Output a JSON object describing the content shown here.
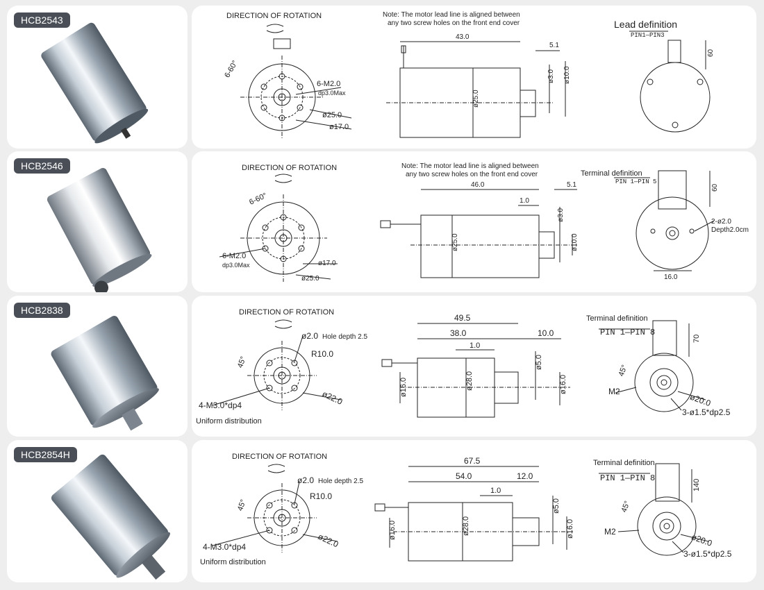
{
  "colors": {
    "card": "#ffffff",
    "background": "#eeeeee",
    "badge": "#4a4f57",
    "line": "#222222"
  },
  "motors": [
    {
      "model": "HCB2543",
      "rotation_label": "DIRECTION OF ROTATION",
      "front": {
        "holes": "6-M2.0",
        "hole_depth": "dp3.0Max",
        "angle": "6-60°",
        "outer_dia": "ø25.0",
        "inner_dia": "ø17.0"
      },
      "side": {
        "note_line1": "Note: The motor lead line is aligned between",
        "note_line2": "any two screw holes on the front end cover",
        "length": "43.0",
        "shaft_len": "5.1",
        "body_dia": "ø25.0",
        "shaft_dia": "ø3.0",
        "boss_dia": "ø10.0"
      },
      "rear": {
        "title": "Lead definition",
        "pins": "PIN1—PIN3",
        "lead_len": "60"
      }
    },
    {
      "model": "HCB2546",
      "rotation_label": "DIRECTION OF ROTATION",
      "front": {
        "holes": "6-M2.0",
        "hole_depth": "dp3.0Max",
        "angle": "6-60°",
        "outer_dia": "ø25.0",
        "inner_dia": "ø17.0"
      },
      "side": {
        "note_line1": "Note: The motor lead line is aligned between",
        "note_line2": "any two screw holes on the front end cover",
        "length": "46.0",
        "shaft_len": "5.1",
        "step": "1.0",
        "body_dia": "ø25.0",
        "shaft_dia": "ø3.0",
        "boss_dia": "ø10.0"
      },
      "rear": {
        "title": "Terminal definition",
        "pins": "PIN 1—PIN 5",
        "lead_len": "60",
        "holes": "2-ø2.0",
        "hole_depth": "Depth2.0cm",
        "width": "16.0"
      }
    },
    {
      "model": "HCB2838",
      "rotation_label": "DIRECTION OF ROTATION",
      "front": {
        "hole": "ø2.0",
        "hole_depth": "Hole depth 2.5",
        "radius": "R10.0",
        "angle": "45°",
        "outer_dia": "ø22.0",
        "screws": "4-M3.0*dp4",
        "distribution": "Uniform distribution"
      },
      "side": {
        "length": "49.5",
        "body_len": "38.0",
        "shaft_len": "10.0",
        "step": "1.0",
        "body_dia": "ø28.0",
        "left_dia": "ø16.0",
        "shaft_dia": "ø5.0",
        "boss_dia": "ø16.0"
      },
      "rear": {
        "title": "Terminal definition",
        "pins": "PIN 1—PIN 8",
        "lead_len": "70",
        "angle": "45°",
        "screw": "M2",
        "dia": "ø20.0",
        "holes": "3-ø1.5*dp2.5"
      }
    },
    {
      "model": "HCB2854H",
      "rotation_label": "DIRECTION OF ROTATION",
      "front": {
        "hole": "ø2.0",
        "hole_depth": "Hole depth 2.5",
        "radius": "R10.0",
        "angle": "45°",
        "outer_dia": "ø22.0",
        "screws": "4-M3.0*dp4",
        "distribution": "Uniform distribution"
      },
      "side": {
        "length": "67.5",
        "body_len": "54.0",
        "shaft_len": "12.0",
        "step": "1.0",
        "body_dia": "ø28.0",
        "left_dia": "ø16.0",
        "shaft_dia": "ø5.0",
        "boss_dia": "ø16.0"
      },
      "rear": {
        "title": "Terminal definition",
        "pins": "PIN 1—PIN 8",
        "lead_len": "140",
        "angle": "45°",
        "screw": "M2",
        "dia": "ø20.0",
        "holes": "3-ø1.5*dp2.5"
      }
    }
  ]
}
